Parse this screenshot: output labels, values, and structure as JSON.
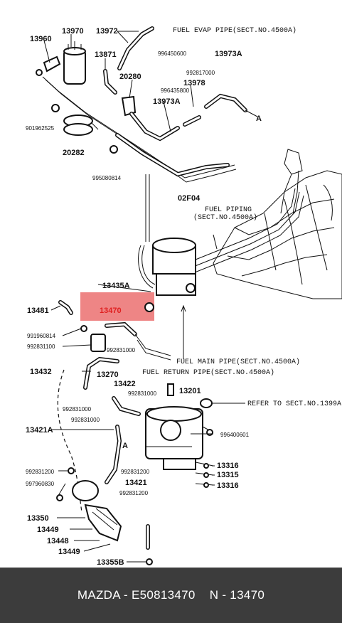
{
  "highlight": {
    "color": "#e02020",
    "part": "13470"
  },
  "footer": {
    "text": "MAZDA - E50813470    N - 13470"
  },
  "labels": {
    "l13960": "13960",
    "l13970": "13970",
    "l13972": "13972",
    "evap": "FUEL EVAP PIPE(SECT.NO.4500A)",
    "l13871": "13871",
    "l996450600": "996450600",
    "l13973A_top": "13973A",
    "l20280": "20280",
    "l992817000": "992817000",
    "l13978": "13978",
    "l996435800": "996435800",
    "l13973A_mid": "13973A",
    "l901962525": "901962525",
    "l20282": "20282",
    "l995080814": "995080814",
    "l02F04": "02F04",
    "piping1": "FUEL PIPING",
    "piping2": "(SECT.NO.4500A)",
    "l13435A": "13435A",
    "l13481": "13481",
    "l13470": "13470",
    "l991960814": "991960814",
    "l992831100": "992831100",
    "l992831000_a": "992831000",
    "main_pipe": "FUEL MAIN PIPE(SECT.NO.4500A)",
    "return_pipe": "FUEL RETURN PIPE(SECT.NO.4500A)",
    "l13432": "13432",
    "l13270": "13270",
    "l13422": "13422",
    "l992831000_b": "992831000",
    "l13201": "13201",
    "refer": "REFER TO SECT.NO.1399A",
    "l992831000_c": "992831000",
    "l992831000_d": "992831000",
    "l13421A": "13421A",
    "l996400601": "996400601",
    "l13316_a": "13316",
    "l13315": "13315",
    "l13316_b": "13316",
    "l992831200_a": "992831200",
    "l13421": "13421",
    "l992831200_b": "992831200",
    "l992831200_c": "992831200",
    "l997960830": "997960830",
    "l13350": "13350",
    "l13449_a": "13449",
    "l13448": "13448",
    "l13449_b": "13449",
    "l13355B": "13355B",
    "A_top": "A",
    "A_mid": "A"
  }
}
